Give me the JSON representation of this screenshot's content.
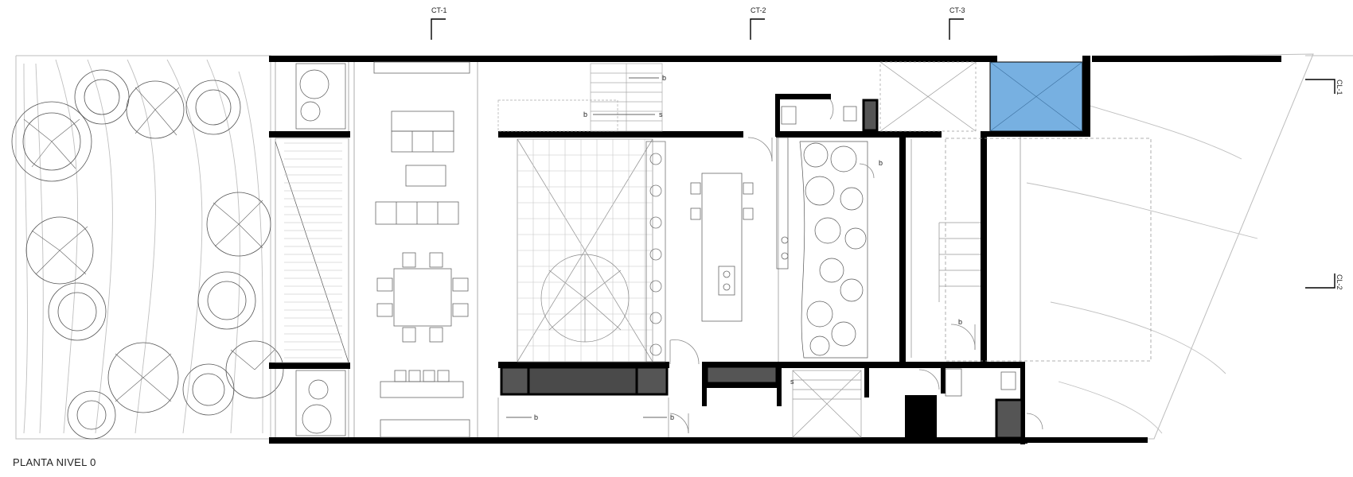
{
  "drawing_title": "PLANTA NIVEL 0",
  "section_marks": {
    "ct1": "CT-1",
    "ct2": "CT-2",
    "ct3": "CT-3",
    "cl1": "CL-1",
    "cl2": "CL-2"
  },
  "small_labels": {
    "b": "b",
    "s": "s"
  },
  "colors": {
    "wall": "#000000",
    "solid_block": "#555555",
    "pool": "#77b0e1",
    "line": "#999999",
    "light_line": "#c8c8c8"
  }
}
